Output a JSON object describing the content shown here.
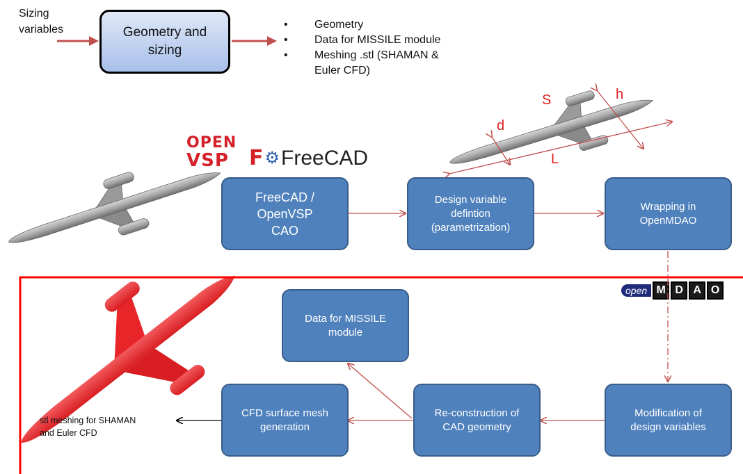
{
  "top": {
    "input_label": "Sizing\nvariables",
    "box_label": "Geometry and\nsizing",
    "outputs": [
      "Geometry",
      "Data for MISSILE module",
      "Meshing .stl (SHAMAN &\nEuler CFD)"
    ]
  },
  "dimensions": {
    "d": "d",
    "s": "S",
    "h": "h",
    "l": "L"
  },
  "logos": {
    "openvsp_line1": "OPEN",
    "openvsp_line2": "VSP",
    "freecad_prefix": "F",
    "freecad_text": "FreeCAD",
    "openmdao_open": "open",
    "openmdao_letters": [
      "M",
      "D",
      "A",
      "O"
    ]
  },
  "flow": {
    "freecad_box": "FreeCAD /\nOpenVSP\nCAO",
    "design_box": "Design variable\ndefintion\n(parametrization)",
    "wrap_box": "Wrapping in\nOpenMDAO",
    "missile_box": "Data for MISSILE\nmodule",
    "cfd_box": "CFD surface mesh\ngeneration",
    "recon_box": "Re-construction of\nCAD geometry",
    "modif_box": "Modification of\ndesign variables",
    "stl_label": "stl meshing for SHAMAN\nand Euler CFD"
  },
  "colors": {
    "box_fill": "#4f81bd",
    "arrow": "#c0504d",
    "frame": "#ff0000",
    "mesh_red": "#e8262a"
  }
}
